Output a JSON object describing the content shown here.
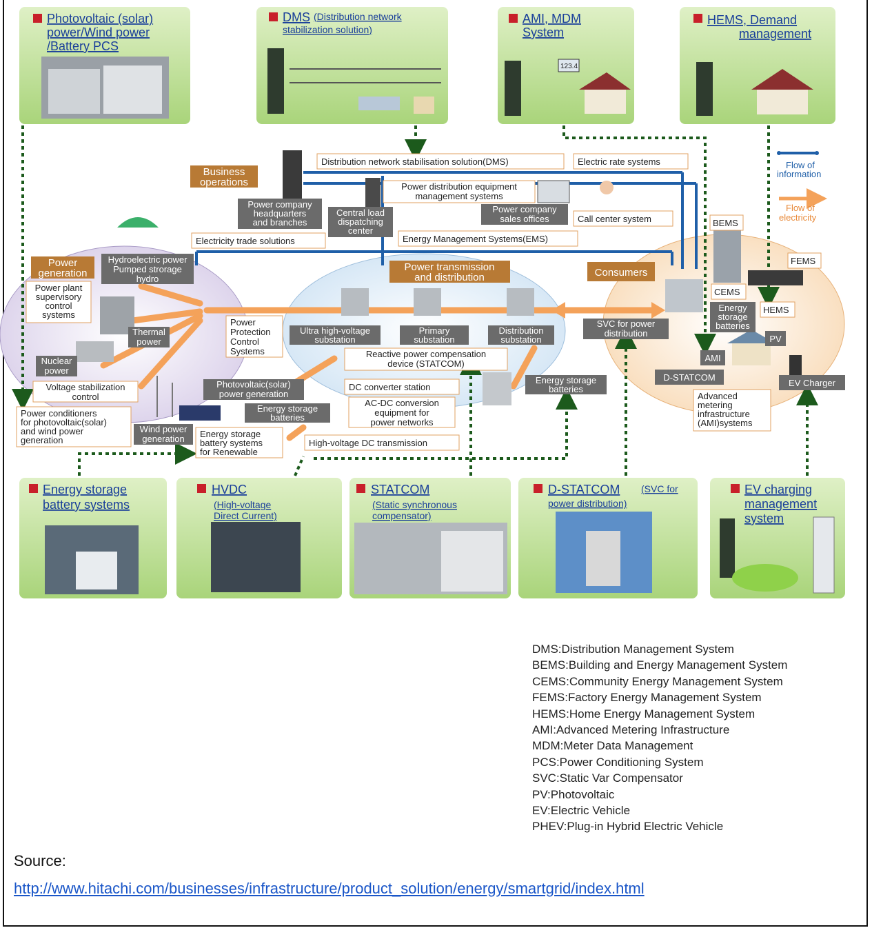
{
  "cards": {
    "pv": {
      "title": [
        "Photovoltaic (solar)",
        "power/Wind power",
        "/Battery PCS"
      ]
    },
    "dms": {
      "title": "DMS",
      "subtitle": [
        "(Distribution network",
        "stabilization solution)"
      ]
    },
    "ami": {
      "title": [
        "AMI, MDM",
        "System"
      ],
      "meter": "123.4"
    },
    "hems": {
      "title": [
        "HEMS, Demand",
        "management"
      ]
    },
    "storage": {
      "title": [
        "Energy storage",
        "battery systems"
      ]
    },
    "hvdc": {
      "title": "HVDC",
      "subtitle": [
        "(High-voltage",
        "Direct Current)"
      ]
    },
    "statcom": {
      "title": "STATCOM",
      "subtitle": [
        "(Static synchronous",
        "compensator)"
      ]
    },
    "dstatcom": {
      "title": "D-STATCOM",
      "title_suffix": "(SVC for",
      "subtitle": "power distribution)"
    },
    "ev": {
      "title": [
        "EV charging",
        "management",
        "system"
      ]
    }
  },
  "diagram": {
    "sections": {
      "business": [
        "Business",
        "operations"
      ],
      "generation": [
        "Power",
        "generation"
      ],
      "transmission": [
        "Power transmission",
        "and distribution"
      ],
      "consumers": "Consumers"
    },
    "labels": {
      "dms": "Distribution network stabilisation solution(DMS)",
      "rate": "Electric rate systems",
      "equipment": [
        "Power distribution equipment",
        "management systems"
      ],
      "hq": [
        "Power company",
        "headquarters",
        "and branches"
      ],
      "central": [
        "Central load",
        "dispatching",
        "center"
      ],
      "sales": [
        "Power company",
        "sales offices"
      ],
      "callcenter": "Call center system",
      "trade": "Electricity trade solutions",
      "ems": "Energy Management Systems(EMS)",
      "hydro": [
        "Hydroelectric power",
        "Pumped strorage",
        "hydro"
      ],
      "supervisory": [
        "Power plant",
        "supervisory",
        "control",
        "systems"
      ],
      "thermal": [
        "Thermal",
        "power"
      ],
      "nuclear": [
        "Nuclear",
        "power"
      ],
      "protection": [
        "Power",
        "Protection",
        "Control",
        "Systems"
      ],
      "ultra": [
        "Ultra high-voltage",
        "substation"
      ],
      "primary": [
        "Primary",
        "substation"
      ],
      "distribution": [
        "Distribution",
        "substation"
      ],
      "reactive": [
        "Reactive power compensation",
        "device (STATCOM)"
      ],
      "voltage": [
        "Voltage stabilization",
        "control"
      ],
      "pvgen": [
        "Photovoltaic(solar)",
        "power generation"
      ],
      "dc": "DC converter station",
      "acdc": [
        "AC-DC conversion",
        "equipment for",
        "power networks"
      ],
      "esb1": [
        "Energy storage",
        "batteries"
      ],
      "esb2": [
        "Energy storage",
        "batteries"
      ],
      "conditioners": [
        "Power conditioners",
        "for photovoltaic(solar)",
        "and  wind power",
        "generation"
      ],
      "wind": [
        "Wind power",
        "generation"
      ],
      "esbs": [
        "Energy storage",
        "battery systems",
        "for Renewable"
      ],
      "hvdc": "High-voltage DC transmission",
      "svc": [
        "SVC for power",
        "distribution"
      ],
      "bems": "BEMS",
      "cems": "CEMS",
      "fems": "FEMS",
      "hems": "HEMS",
      "esb3": [
        "Energy",
        "storage",
        "batteries"
      ],
      "pv": "PV",
      "ami": "AMI",
      "dstatcom": "D-STATCOM",
      "evcharger": "EV Charger",
      "amisys": [
        "Advanced",
        "metering",
        "infrastructure",
        "(AMI)systems"
      ],
      "flow_info": [
        "Flow of",
        "information"
      ],
      "flow_elec": [
        "Flow of",
        "electricity"
      ]
    }
  },
  "colors": {
    "card_green": "#b9dc8f",
    "info_blue": "#1f5fa8",
    "electricity_orange": "#f4a25a",
    "dotted_green": "#1c5a1c",
    "section_brown": "#b87a35",
    "gray_box": "#6b6b6b"
  },
  "glossary": [
    "DMS:Distribution Management System",
    "BEMS:Building and Energy Management System",
    "CEMS:Community Energy Management System",
    "FEMS:Factory Energy Management System",
    "HEMS:Home Energy Management System",
    "AMI:Advanced Metering Infrastructure",
    "MDM:Meter Data Management",
    "PCS:Power Conditioning System",
    "SVC:Static Var Compensator",
    "PV:Photovoltaic",
    "EV:Electric Vehicle",
    "PHEV:Plug-in Hybrid Electric Vehicle"
  ],
  "source": {
    "label": "Source:",
    "url": "http://www.hitachi.com/businesses/infrastructure/product_solution/energy/smartgrid/index.html"
  }
}
